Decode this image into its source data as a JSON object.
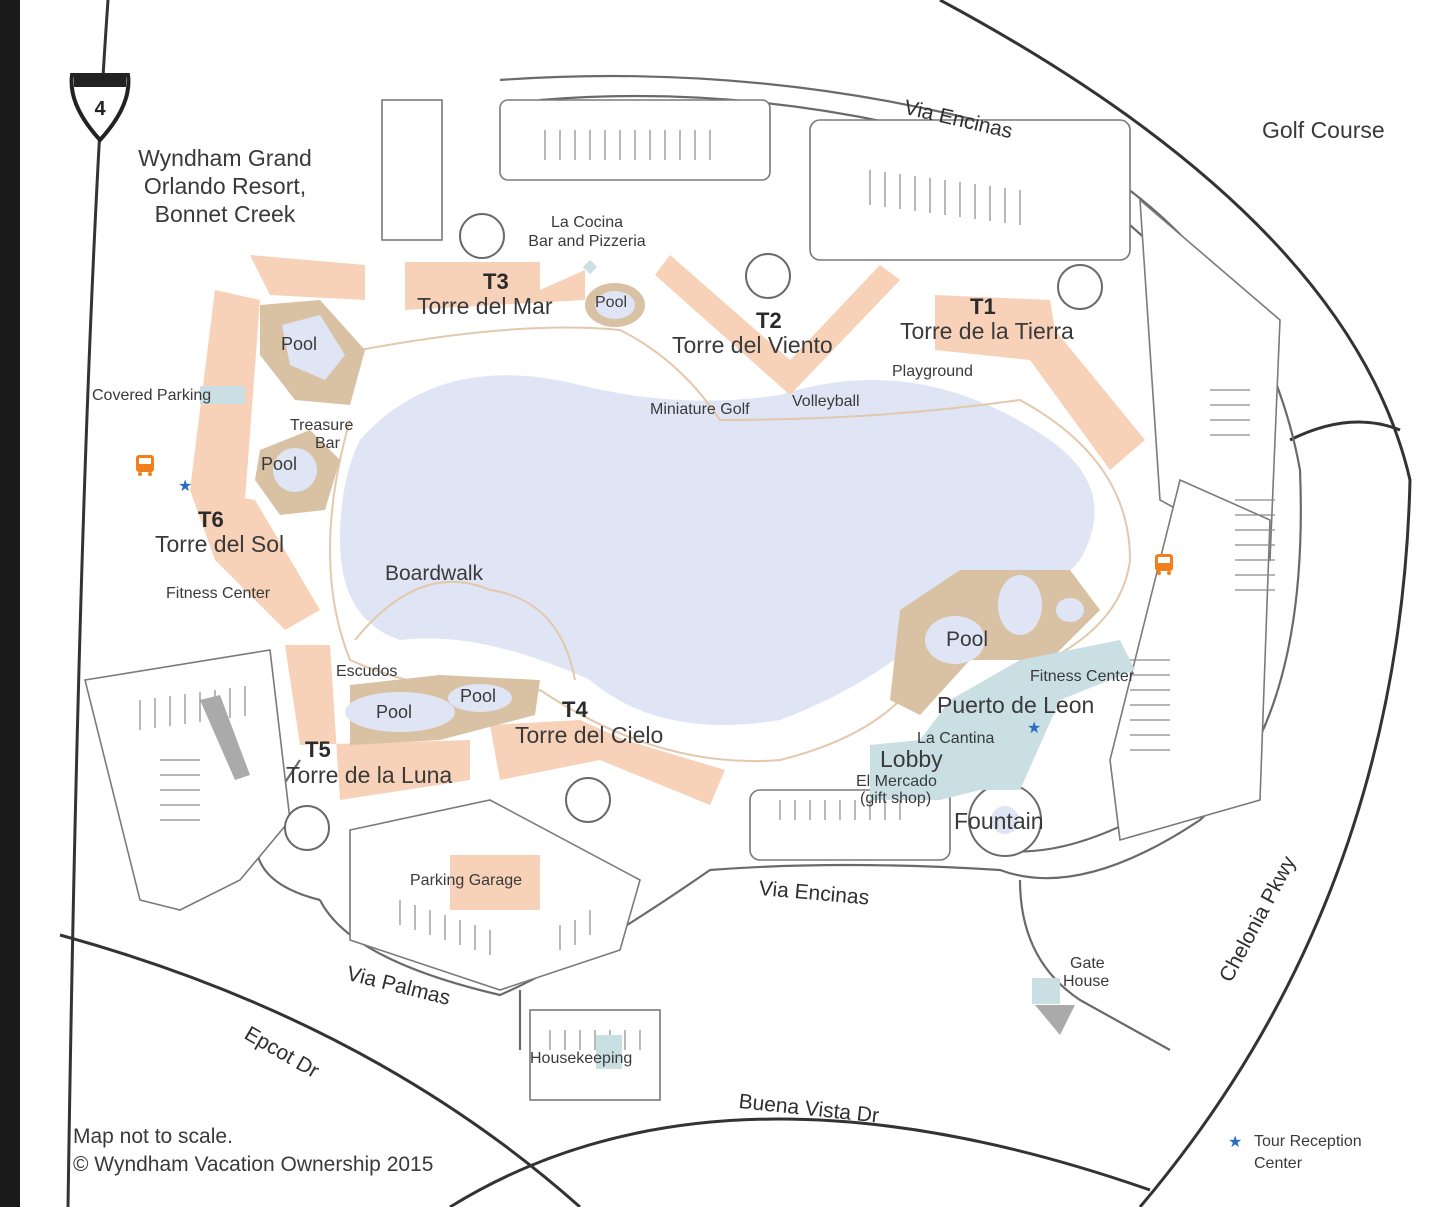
{
  "colors": {
    "building": "#f7d1b8",
    "pool_deck": "#d9c2a4",
    "water": "#dfe5f5",
    "amenity": "#c9dfe4",
    "road_line": "#5a5a5a",
    "path_line": "#e3c8ac",
    "star": "#2a6ec2",
    "bus": "#f27f1c"
  },
  "icons": {
    "bus": "bus-icon",
    "star": "star-icon",
    "shield": "interstate-shield-icon"
  },
  "interstate": {
    "number": "4"
  },
  "resort_name": {
    "line1": "Wyndham Grand",
    "line2": "Orlando Resort,",
    "line3": "Bonnet Creek"
  },
  "golf_course": "Golf Course",
  "roads": {
    "via_encinas_north": "Via Encinas",
    "via_encinas_south": "Via Encinas",
    "via_palmas": "Via Palmas",
    "epcot_dr": "Epcot Dr",
    "buena_vista_dr": "Buena Vista Dr",
    "chelonia_pkwy": "Chelonia Pkwy"
  },
  "towers": {
    "t1": {
      "code": "T1",
      "name": "Torre de la Tierra"
    },
    "t2": {
      "code": "T2",
      "name": "Torre del Viento"
    },
    "t3": {
      "code": "T3",
      "name": "Torre del Mar"
    },
    "t4": {
      "code": "T4",
      "name": "Torre del Cielo"
    },
    "t5": {
      "code": "T5",
      "name": "Torre de la Luna"
    },
    "t6": {
      "code": "T6",
      "name": "Torre del Sol"
    }
  },
  "places": {
    "la_cocina_1": "La Cocina",
    "la_cocina_2": "Bar and Pizzeria",
    "pool_t3": "Pool",
    "pool_nw": "Pool",
    "pool_w": "Pool",
    "covered_parking": "Covered Parking",
    "treasure_1": "Treasure",
    "treasure_2": "Bar",
    "fitness_west": "Fitness Center",
    "playground": "Playground",
    "mini_golf": "Miniature Golf",
    "volleyball": "Volleyball",
    "boardwalk": "Boardwalk",
    "escudos": "Escudos",
    "pool_s1": "Pool",
    "pool_s2": "Pool",
    "pool_main": "Pool",
    "fitness_east": "Fitness Center",
    "puerto": "Puerto de Leon",
    "la_cantina": "La Cantina",
    "lobby": "Lobby",
    "el_mercado_1": "El Mercado",
    "el_mercado_2": "(gift shop)",
    "fountain": "Fountain",
    "parking_garage": "Parking Garage",
    "gate_1": "Gate",
    "gate_2": "House",
    "housekeeping": "Housekeeping"
  },
  "legend": {
    "tour_1": "Tour Reception",
    "tour_2": "Center"
  },
  "footer": {
    "line1": "Map not to scale.",
    "line2": "© Wyndham Vacation Ownership 2015"
  }
}
